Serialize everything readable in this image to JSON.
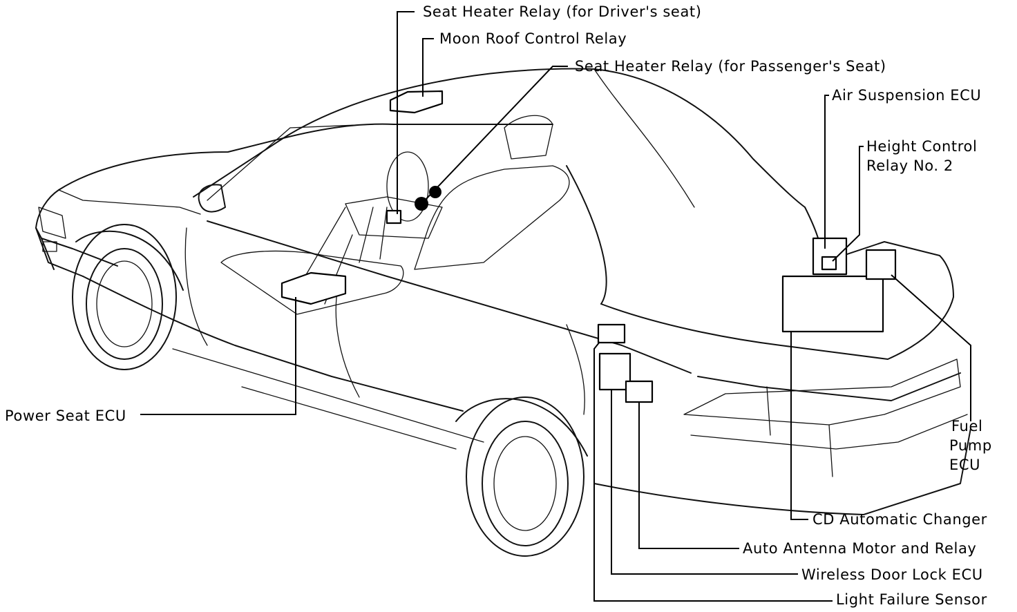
{
  "diagram": {
    "labels": {
      "seat_heater_driver": "Seat Heater Relay (for Driver's seat)",
      "moon_roof": "Moon Roof Control Relay",
      "seat_heater_passenger": "Seat Heater Relay (for Passenger's Seat)",
      "air_suspension": "Air Suspension ECU",
      "height_control_1": "Height Control",
      "height_control_2": "Relay No. 2",
      "power_seat": "Power Seat ECU",
      "fuel_pump_1": "Fuel",
      "fuel_pump_2": "Pump",
      "fuel_pump_3": "ECU",
      "cd_changer": "CD Automatic Changer",
      "auto_antenna": "Auto Antenna Motor and Relay",
      "wireless_door": "Wireless Door Lock ECU",
      "light_failure": "Light Failure Sensor"
    }
  }
}
